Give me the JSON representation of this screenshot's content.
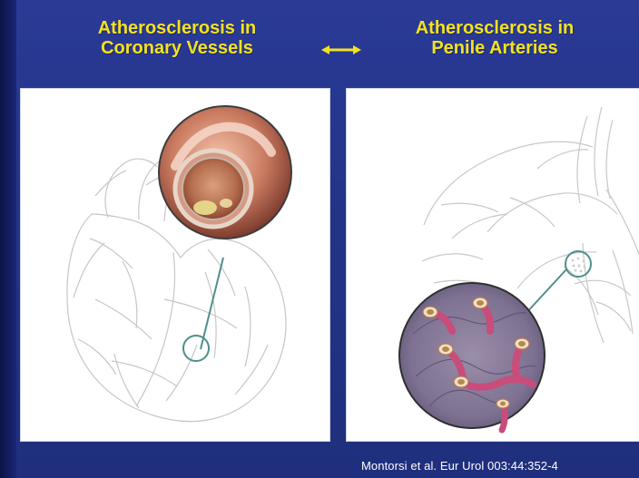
{
  "slide": {
    "title_left_line1": "Atherosclerosis in",
    "title_left_line2": "Coronary Vessels",
    "title_right_line1": "Atherosclerosis in",
    "title_right_line2": "Penile Arteries",
    "citation": "Montorsi et al. Eur Urol  003:44:352-4"
  },
  "colors": {
    "background": "#233487",
    "title": "#f4e21d",
    "panel": "#ffffff",
    "callout_line": "#4f8f8c"
  },
  "icons": {
    "arrow": "double-arrow-icon"
  }
}
